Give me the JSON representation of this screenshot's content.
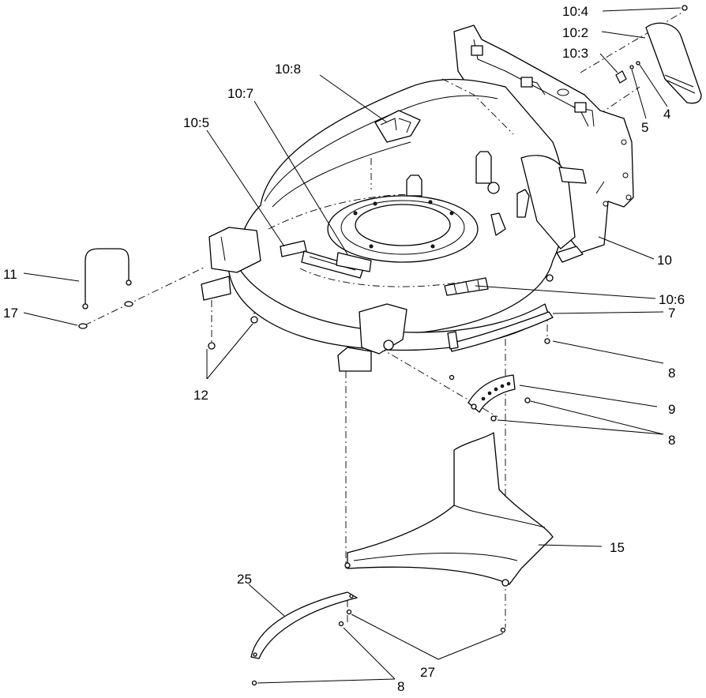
{
  "callouts": [
    {
      "id": "c-10-4",
      "text": "10:4"
    },
    {
      "id": "c-10-2",
      "text": "10:2"
    },
    {
      "id": "c-10-3",
      "text": "10:3"
    },
    {
      "id": "c-5",
      "text": "5"
    },
    {
      "id": "c-4",
      "text": "4"
    },
    {
      "id": "c-10-8",
      "text": "10:8"
    },
    {
      "id": "c-10-7",
      "text": "10:7"
    },
    {
      "id": "c-10-5",
      "text": "10:5"
    },
    {
      "id": "c-10",
      "text": "10"
    },
    {
      "id": "c-10-6",
      "text": "10:6"
    },
    {
      "id": "c-11",
      "text": "11"
    },
    {
      "id": "c-17",
      "text": "17"
    },
    {
      "id": "c-7",
      "text": "7"
    },
    {
      "id": "c-8a",
      "text": "8"
    },
    {
      "id": "c-12",
      "text": "12"
    },
    {
      "id": "c-9",
      "text": "9"
    },
    {
      "id": "c-8b",
      "text": "8"
    },
    {
      "id": "c-15",
      "text": "15"
    },
    {
      "id": "c-25",
      "text": "25"
    },
    {
      "id": "c-27",
      "text": "27"
    },
    {
      "id": "c-8c",
      "text": "8"
    }
  ]
}
